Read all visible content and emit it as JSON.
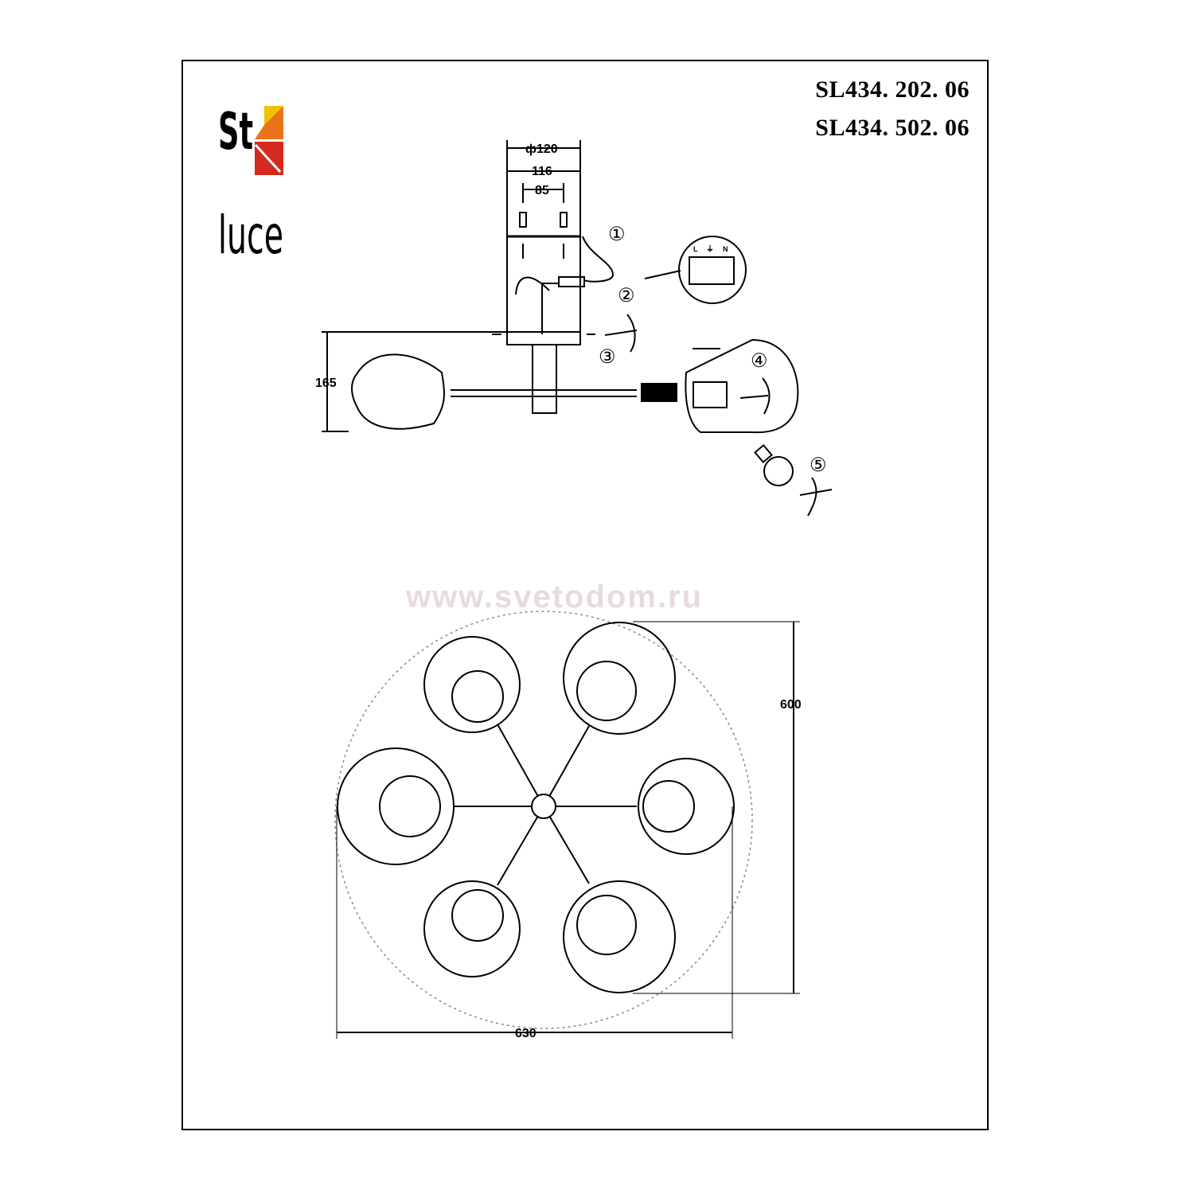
{
  "brand": {
    "logo_text_top": "St",
    "logo_text_bottom": "luce"
  },
  "models": [
    "SL434. 202. 06",
    "SL434. 502. 06"
  ],
  "watermark": "www.svetodom.ru",
  "side_view": {
    "dimensions": {
      "canopy_diameter": "ф120",
      "bracket_width": "116",
      "screw_spacing": "85",
      "height": "165"
    },
    "steps": [
      "①",
      "②",
      "③",
      "④",
      "⑤"
    ],
    "terminal_labels": [
      "L",
      "⏚",
      "N"
    ]
  },
  "top_view": {
    "dimensions": {
      "width": "630",
      "depth": "600"
    },
    "arm_count": 6
  },
  "colors": {
    "line": "#000000",
    "logo_yellow": "#f2c200",
    "logo_orange": "#e8731a",
    "logo_red": "#d42a1f",
    "watermark": "#e5dcdb",
    "circle_dashed": "#888888"
  }
}
